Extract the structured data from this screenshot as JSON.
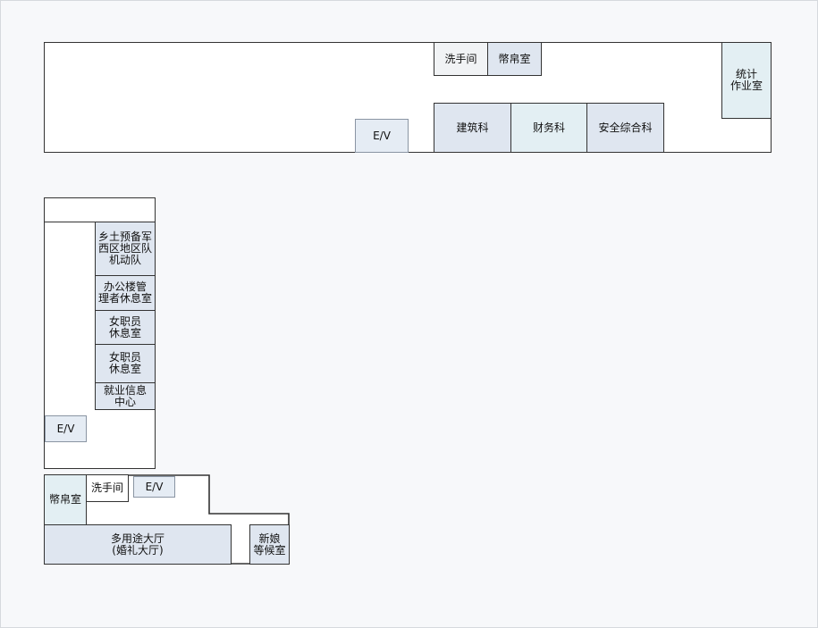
{
  "rooms": {
    "washroom_top": "洗手间",
    "flag_room_top": "幣帛室",
    "statistics": "统计\n作业室",
    "ev_top": "E/V",
    "architecture": "建筑科",
    "finance": "财务科",
    "safety": "安全综合科",
    "reserve": "乡土预备军\n西区地区队\n机动队",
    "admin_rest": "办公楼管\n理者休息室",
    "female_rest_1": "女职员\n休息室",
    "female_rest_2": "女职员\n休息室",
    "employment": "就业信息\n中心",
    "ev_mid": "E/V",
    "flag_room_bottom": "幣帛室",
    "washroom_bottom": "洗手间",
    "ev_bottom": "E/V",
    "multi_hall": "多用途大厅\n(婚礼大厅)",
    "bride_room": "新娘\n等候室"
  }
}
